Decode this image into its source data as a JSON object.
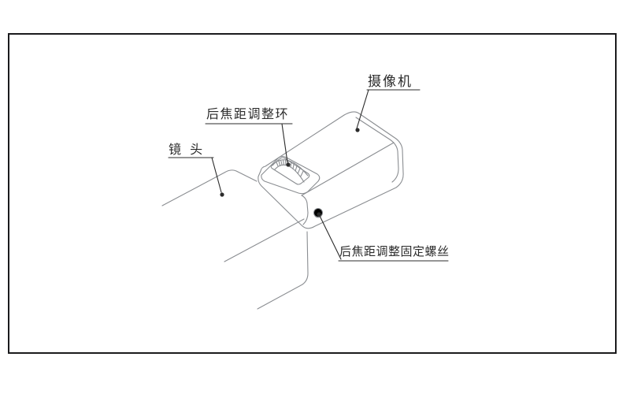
{
  "figure": {
    "type": "technical-line-diagram",
    "subject": "CCTV camera with lens, back-focus adjustment callouts",
    "background_color": "#ffffff",
    "border_color": "#1b1b1d",
    "line_color": "#8a8d91",
    "label_color": "#2b2b2b",
    "labels": {
      "camera": "摄像机",
      "focus_ring": "后焦距调整环",
      "lens": "镜 头",
      "lock_screw": "后焦距调整固定螺丝"
    }
  }
}
